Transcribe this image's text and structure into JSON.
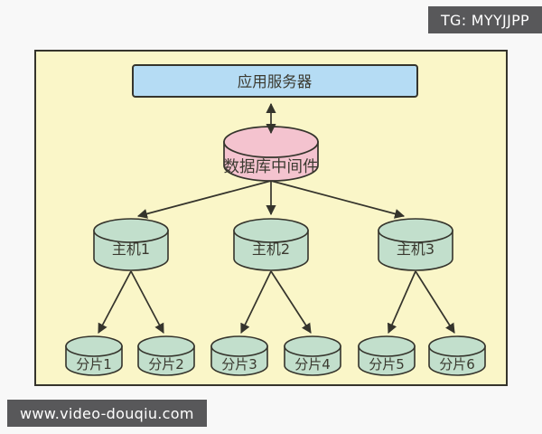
{
  "badge": {
    "label": "TG: MYYJJPP"
  },
  "watermark": {
    "label": "www.video-douqiu.com"
  },
  "diagram": {
    "app_server": {
      "label": "应用服务器"
    },
    "middleware": {
      "label": "数据库中间件"
    },
    "hosts": [
      {
        "label": "主机1"
      },
      {
        "label": "主机2"
      },
      {
        "label": "主机3"
      }
    ],
    "shards": [
      {
        "label": "分片1"
      },
      {
        "label": "分片2"
      },
      {
        "label": "分片3"
      },
      {
        "label": "分片4"
      },
      {
        "label": "分片5"
      },
      {
        "label": "分片6"
      }
    ]
  },
  "colors": {
    "page_bg": "#f8f8f8",
    "banner_bg": "#58585a",
    "banner_text": "#ffffff",
    "diagram_bg": "#faf6c8",
    "app_server_fill": "#b5dcf4",
    "middleware_fill": "#f4c3cf",
    "node_fill": "#c2dfcc",
    "stroke": "#35342c",
    "text": "#3b3a30"
  }
}
